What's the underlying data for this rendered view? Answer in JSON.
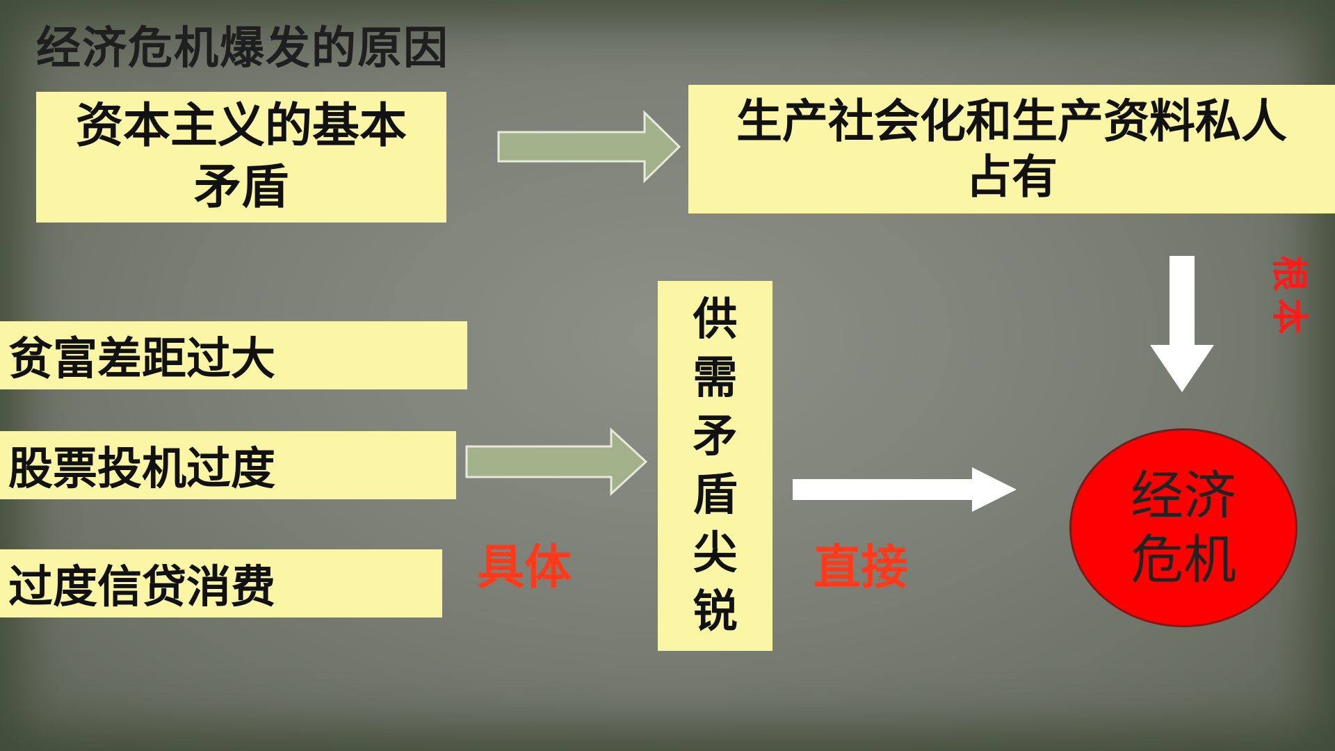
{
  "title": "经济危机爆发的原因",
  "boxes": {
    "basic_contradiction": {
      "line1": "资本主义的基本",
      "line2": "矛盾"
    },
    "socialization": {
      "line1": "生产社会化和生产资料私人",
      "line2": "占有"
    },
    "wealth_gap": "贫富差距过大",
    "stock_speculation": "股票投机过度",
    "credit_consumption": "过度信贷消费",
    "supply_demand": [
      "供",
      "需",
      "矛",
      "盾",
      "尖",
      "锐"
    ]
  },
  "labels": {
    "concrete": "具体",
    "direct": "直接",
    "root": [
      "根",
      "本"
    ]
  },
  "result": {
    "line1": "经济",
    "line2": "危机"
  },
  "colors": {
    "box_fill": "#fbf6a6",
    "label_red": "#ff3a1a",
    "crisis_fill": "#ff0000",
    "green_arrow": "#a2b18a",
    "white_arrow": "#ffffff"
  }
}
